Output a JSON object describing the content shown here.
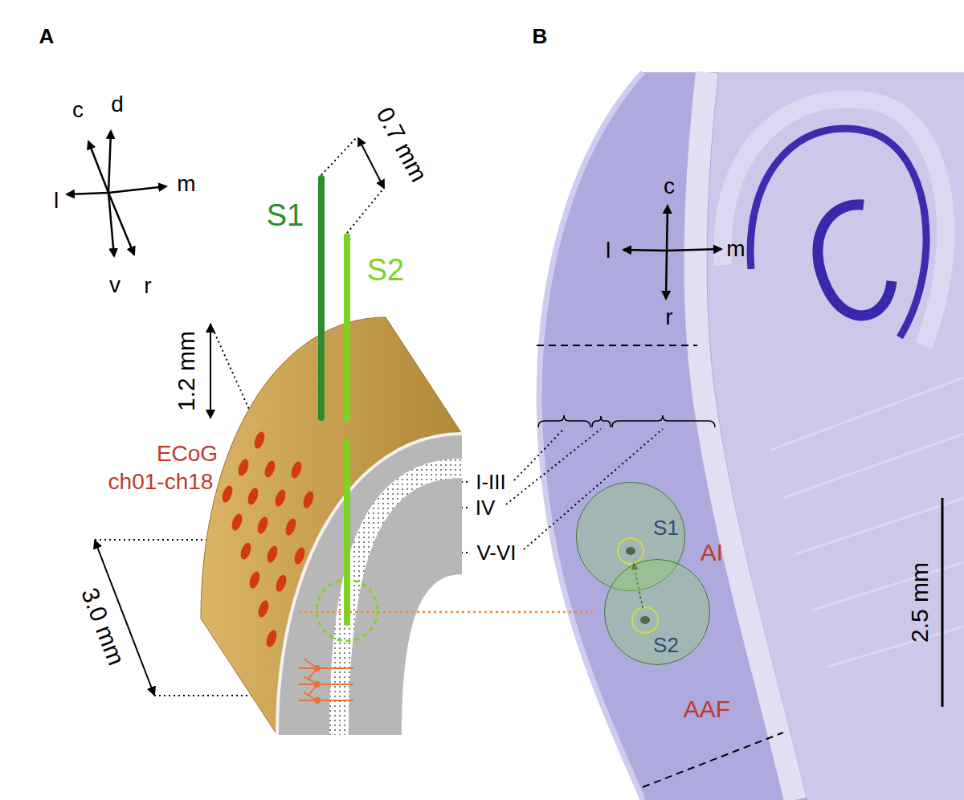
{
  "diagram": {
    "nodes": [
      {
        "text": [
          "S1"
        ]
      },
      {
        "text": [
          "S2"
        ]
      }
    ],
    "labels": [
      "A",
      "B",
      "c",
      "d",
      "l",
      "m",
      "v",
      "r",
      "S1",
      "S2",
      "0.7 mm",
      "1.2 mm",
      "ECoG",
      "ch01-ch18",
      "3.0 mm",
      "I-III",
      "IV",
      "V-VI",
      "c",
      "l",
      "m",
      "r",
      "AI",
      "AAF",
      "2.5 mm"
    ]
  }
}
